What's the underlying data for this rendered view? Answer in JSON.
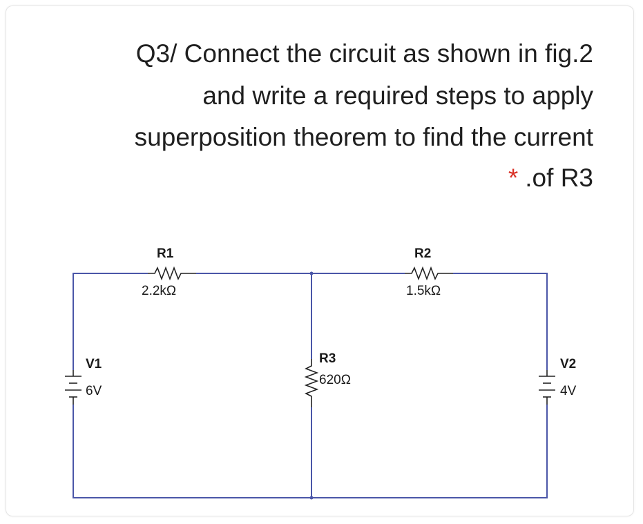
{
  "question": {
    "line1": "Q3/ Connect the circuit as shown in fig.2",
    "line2": "and write a required steps to apply",
    "line3": "superposition theorem to find the current",
    "required_mark": "*",
    "line4": ".of R3"
  },
  "circuit": {
    "wire_color": "#4a56a8",
    "component_color": "#222222",
    "components": {
      "r1": {
        "name": "R1",
        "value": "2.2kΩ"
      },
      "r2": {
        "name": "R2",
        "value": "1.5kΩ"
      },
      "r3": {
        "name": "R3",
        "value": "620Ω"
      },
      "v1": {
        "name": "V1",
        "value": "6V"
      },
      "v2": {
        "name": "V2",
        "value": "4V"
      }
    }
  }
}
